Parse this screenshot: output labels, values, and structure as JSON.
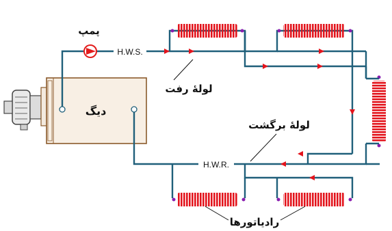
{
  "labels": {
    "pump": "پمپ",
    "boiler": "دیگ",
    "supply_pipe": "لولهٔ رفت",
    "return_pipe": "لولهٔ برگشت",
    "radiators": "رادیاتورها",
    "hws": "H.W.S.",
    "hwr": "H.W.R."
  },
  "colors": {
    "pipe": "#1f5f7a",
    "radiator": "#e3141c",
    "valve": "#8a1fb0",
    "boiler_fill": "#f8efe4",
    "boiler_stroke": "#8b5a2b",
    "pump": "#e31b1b",
    "arrow": "#e3141c"
  },
  "icons": {
    "pump": "pump-icon",
    "motor": "burner-motor-icon",
    "radiator": "radiator-icon"
  }
}
